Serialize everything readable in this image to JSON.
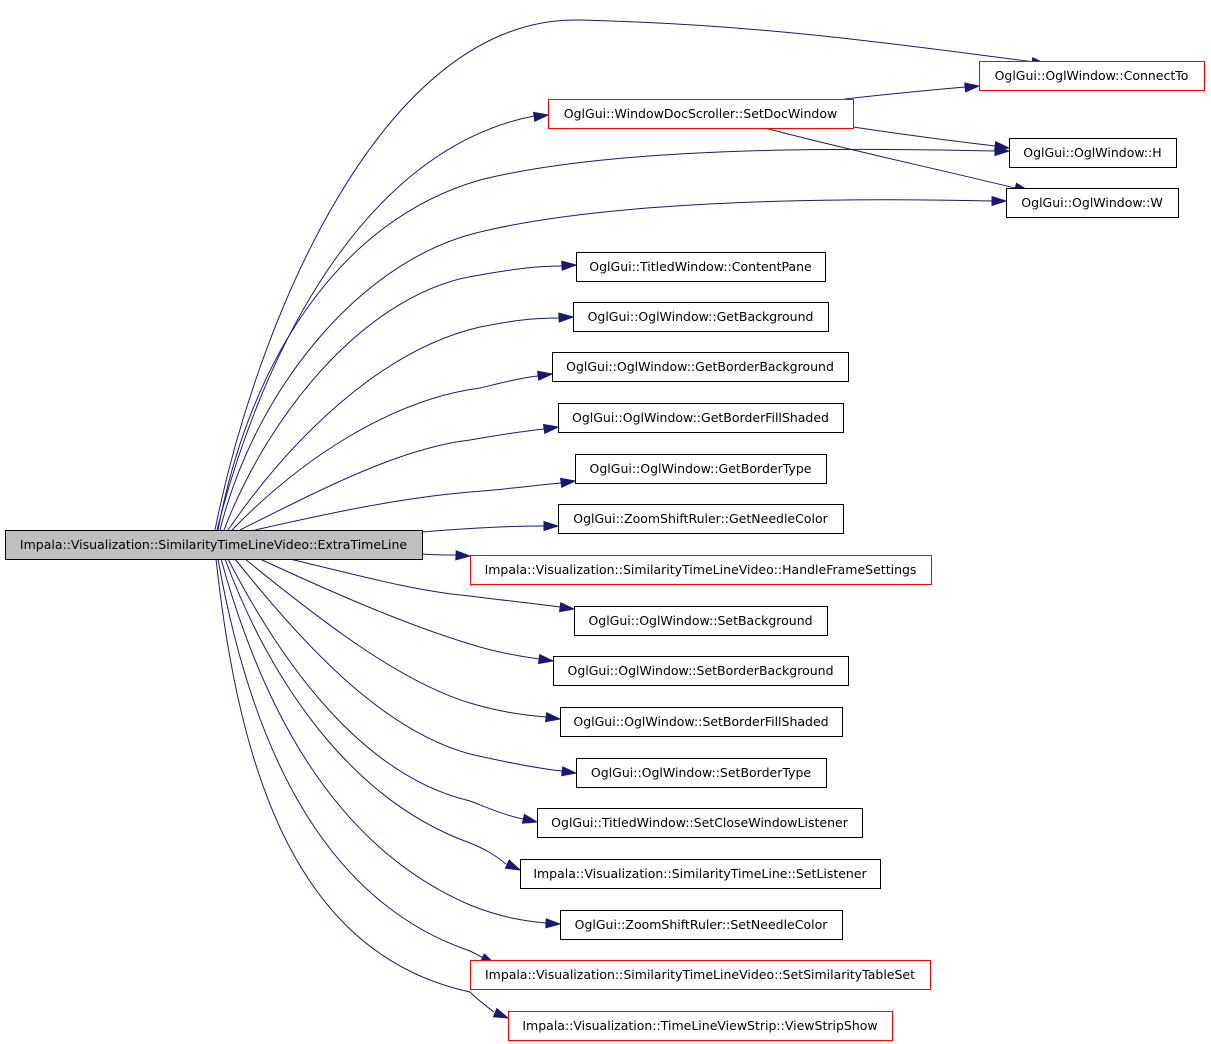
{
  "graph": {
    "root": {
      "id": "root",
      "label": "Impala::Visualization::SimilarityTimeLineVideo::ExtraTimeLine",
      "style": "root"
    },
    "nodes": [
      {
        "id": "connectto",
        "label": "OglGui::OglWindow::ConnectTo",
        "style": "red"
      },
      {
        "id": "setdocwindow",
        "label": "OglGui::WindowDocScroller::SetDocWindow",
        "style": "red"
      },
      {
        "id": "h",
        "label": "OglGui::OglWindow::H",
        "style": "black"
      },
      {
        "id": "w",
        "label": "OglGui::OglWindow::W",
        "style": "black"
      },
      {
        "id": "contentpane",
        "label": "OglGui::TitledWindow::ContentPane",
        "style": "black"
      },
      {
        "id": "getbackground",
        "label": "OglGui::OglWindow::GetBackground",
        "style": "black"
      },
      {
        "id": "getborderbackground",
        "label": "OglGui::OglWindow::GetBorderBackground",
        "style": "black"
      },
      {
        "id": "getborderfillshaded",
        "label": "OglGui::OglWindow::GetBorderFillShaded",
        "style": "black"
      },
      {
        "id": "getbordertype",
        "label": "OglGui::OglWindow::GetBorderType",
        "style": "black"
      },
      {
        "id": "getneedlecolor",
        "label": "OglGui::ZoomShiftRuler::GetNeedleColor",
        "style": "black"
      },
      {
        "id": "handleframesettings",
        "label": "Impala::Visualization::SimilarityTimeLineVideo::HandleFrameSettings",
        "style": "red"
      },
      {
        "id": "setbackground",
        "label": "OglGui::OglWindow::SetBackground",
        "style": "black"
      },
      {
        "id": "setborderbackground",
        "label": "OglGui::OglWindow::SetBorderBackground",
        "style": "black"
      },
      {
        "id": "setborderfillshaded",
        "label": "OglGui::OglWindow::SetBorderFillShaded",
        "style": "black"
      },
      {
        "id": "setbordertype",
        "label": "OglGui::OglWindow::SetBorderType",
        "style": "black"
      },
      {
        "id": "setclosewindowlistener",
        "label": "OglGui::TitledWindow::SetCloseWindowListener",
        "style": "black"
      },
      {
        "id": "setlistener",
        "label": "Impala::Visualization::SimilarityTimeLine::SetListener",
        "style": "black"
      },
      {
        "id": "setneedlecolor",
        "label": "OglGui::ZoomShiftRuler::SetNeedleColor",
        "style": "black"
      },
      {
        "id": "setsimilaritytableset",
        "label": "Impala::Visualization::SimilarityTimeLineVideo::SetSimilarityTableSet",
        "style": "red"
      },
      {
        "id": "viewstripshow",
        "label": "Impala::Visualization::TimeLineViewStrip::ViewStripShow",
        "style": "red"
      }
    ],
    "edges": [
      {
        "from": "root",
        "to": "connectto"
      },
      {
        "from": "root",
        "to": "setdocwindow"
      },
      {
        "from": "root",
        "to": "h"
      },
      {
        "from": "root",
        "to": "w"
      },
      {
        "from": "root",
        "to": "contentpane"
      },
      {
        "from": "root",
        "to": "getbackground"
      },
      {
        "from": "root",
        "to": "getborderbackground"
      },
      {
        "from": "root",
        "to": "getborderfillshaded"
      },
      {
        "from": "root",
        "to": "getbordertype"
      },
      {
        "from": "root",
        "to": "getneedlecolor"
      },
      {
        "from": "root",
        "to": "handleframesettings"
      },
      {
        "from": "root",
        "to": "setbackground"
      },
      {
        "from": "root",
        "to": "setborderbackground"
      },
      {
        "from": "root",
        "to": "setborderfillshaded"
      },
      {
        "from": "root",
        "to": "setbordertype"
      },
      {
        "from": "root",
        "to": "setclosewindowlistener"
      },
      {
        "from": "root",
        "to": "setlistener"
      },
      {
        "from": "root",
        "to": "setneedlecolor"
      },
      {
        "from": "root",
        "to": "setsimilaritytableset"
      },
      {
        "from": "root",
        "to": "viewstripshow"
      },
      {
        "from": "setdocwindow",
        "to": "connectto"
      },
      {
        "from": "setdocwindow",
        "to": "h"
      },
      {
        "from": "setdocwindow",
        "to": "w"
      }
    ]
  },
  "colors": {
    "edge": "#191970",
    "red_border": "#ff0000",
    "black_border": "#000000",
    "root_fill": "#bfbfbf",
    "node_fill": "#ffffff"
  }
}
